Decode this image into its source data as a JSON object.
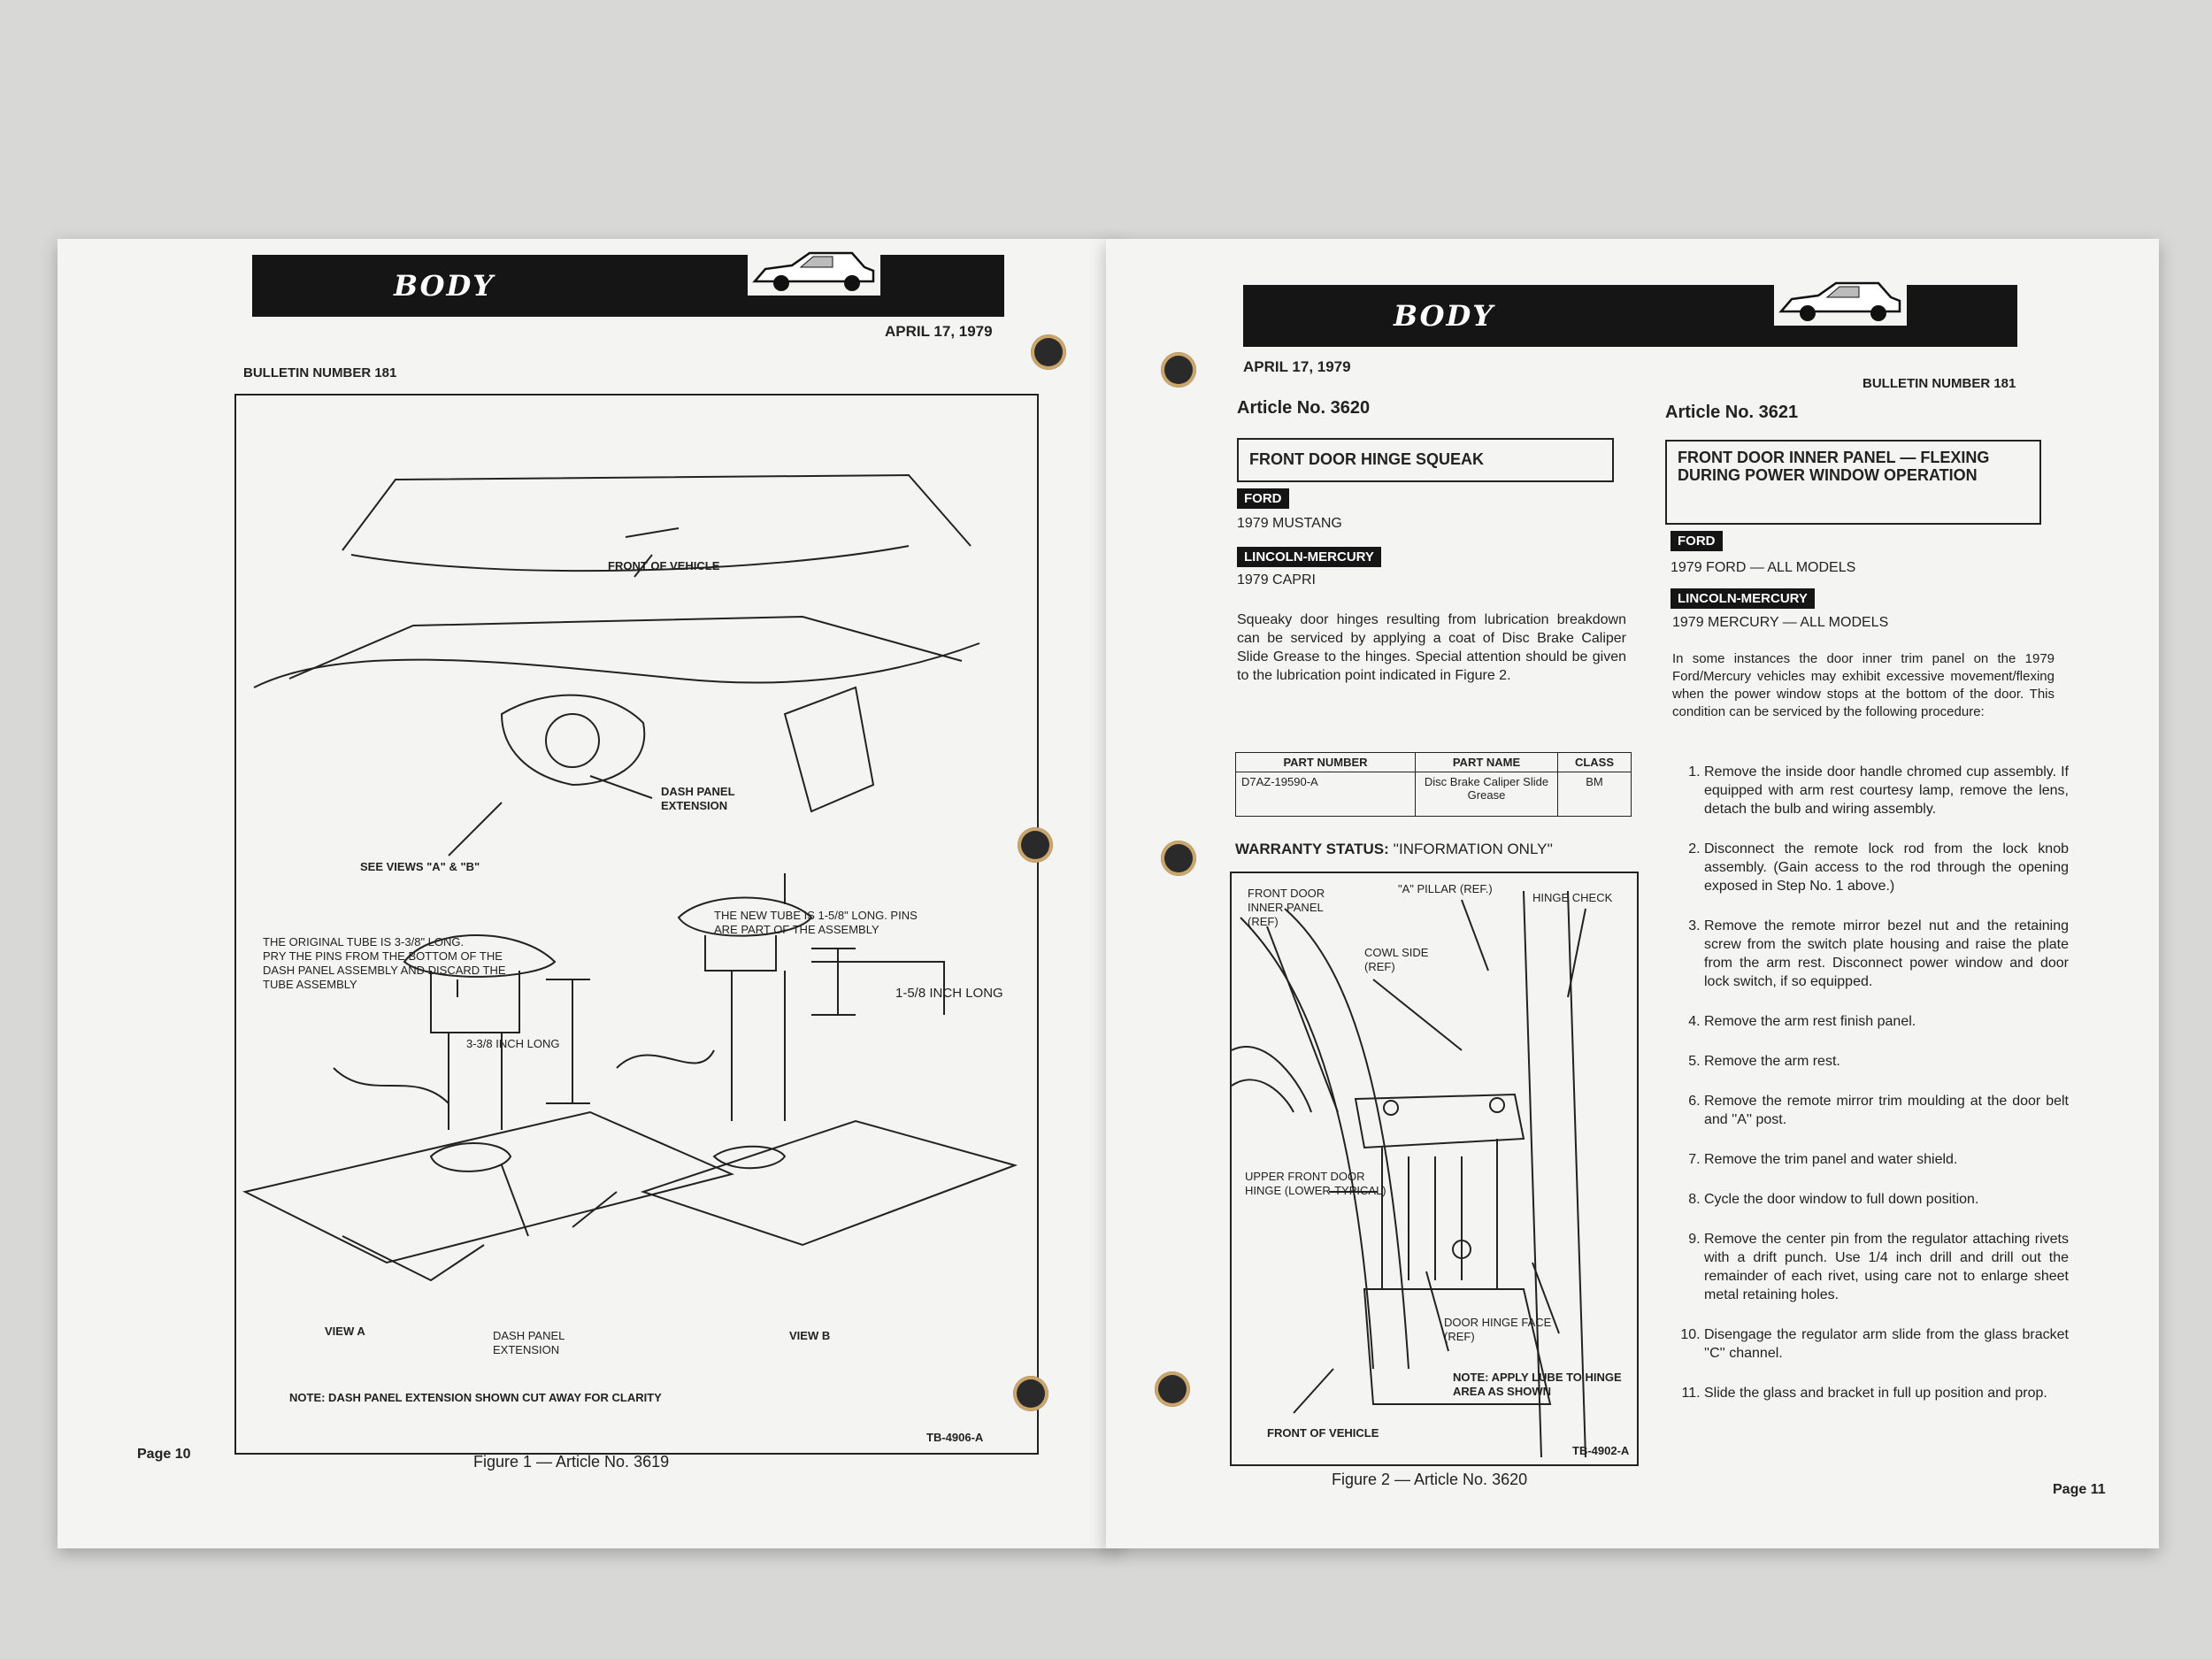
{
  "left_page": {
    "banner_title": "BODY",
    "date": "APRIL 17, 1979",
    "bulletin": "BULLETIN NUMBER 181",
    "figure": {
      "labels": {
        "front_of_vehicle": "FRONT OF VEHICLE",
        "dash_panel_extension": "DASH PANEL\nEXTENSION",
        "see_views": "SEE VIEWS \"A\" & \"B\"",
        "original_tube": "THE ORIGINAL TUBE IS 3-3/8\" LONG.\nPRY THE PINS FROM THE BOTTOM OF THE\nDASH PANEL ASSEMBLY AND DISCARD THE\nTUBE ASSEMBLY",
        "new_tube": "THE NEW TUBE IS 1-5/8\" LONG. PINS\nARE PART OF THE ASSEMBLY",
        "length_a": "3-3/8 INCH LONG",
        "length_b": "1-5/8 INCH LONG",
        "view_a": "VIEW A",
        "dash_panel_extension_2": "DASH PANEL\nEXTENSION",
        "view_b": "VIEW B",
        "note": "NOTE: DASH PANEL EXTENSION SHOWN CUT AWAY FOR CLARITY",
        "code": "TB-4906-A"
      },
      "caption": "Figure 1 — Article No. 3619"
    },
    "page_number": "Page 10"
  },
  "right_page": {
    "banner_title": "BODY",
    "date": "APRIL 17, 1979",
    "bulletin": "BULLETIN NUMBER 181",
    "article_3620": {
      "number": "Article No. 3620",
      "title": "FRONT DOOR HINGE SQUEAK",
      "ford_tag": "FORD",
      "ford_models": "1979 MUSTANG",
      "lm_tag": "LINCOLN-MERCURY",
      "lm_models": "1979 CAPRI",
      "body": "Squeaky door hinges resulting from lubrication breakdown can be serviced by applying a coat of Disc Brake Caliper Slide Grease to the hinges. Special attention should be given to the lubrication point indicated in Figure 2.",
      "table": {
        "headers": [
          "PART NUMBER",
          "PART NAME",
          "CLASS"
        ],
        "rows": [
          [
            "D7AZ-19590-A",
            "Disc Brake Caliper Slide Grease",
            "BM"
          ]
        ]
      },
      "warranty_label": "WARRANTY STATUS:",
      "warranty_value": "''INFORMATION ONLY''",
      "figure": {
        "labels": {
          "inner_panel": "FRONT DOOR\nINNER PANEL\n(REF)",
          "a_pillar": "\"A\" PILLAR (REF.)",
          "hinge_check": "HINGE CHECK",
          "cowl_side": "COWL SIDE\n(REF)",
          "upper_hinge": "UPPER FRONT DOOR\nHINGE (LOWER-TYPICAL)",
          "door_hinge_face": "DOOR HINGE FACE\n(REF)",
          "note": "NOTE: APPLY LUBE TO HINGE\nAREA AS SHOWN",
          "front_of_vehicle": "FRONT OF VEHICLE",
          "code": "TB-4902-A"
        },
        "caption": "Figure 2 — Article No. 3620"
      }
    },
    "article_3621": {
      "number": "Article No. 3621",
      "title": "FRONT DOOR INNER PANEL — FLEXING DURING POWER WINDOW OPERATION",
      "ford_tag": "FORD",
      "ford_models": "1979 FORD — ALL MODELS",
      "lm_tag": "LINCOLN-MERCURY",
      "lm_models": "1979 MERCURY — ALL MODELS",
      "intro": "In some instances the door inner trim panel on the 1979 Ford/Mercury vehicles may exhibit excessive movement/flexing when the power window stops at the bottom of the door. This condition can be serviced by the following procedure:",
      "steps": [
        "Remove the inside door handle chromed cup assembly. If equipped with arm rest courtesy lamp, remove the lens, detach the bulb and wiring assembly.",
        "Disconnect the remote lock rod from the lock knob assembly. (Gain access to the rod through the opening exposed in Step No. 1 above.)",
        "Remove the remote mirror bezel nut and the retaining screw from the switch plate housing and raise the plate from the arm rest. Disconnect power window and door lock switch, if so equipped.",
        "Remove the arm rest finish panel.",
        "Remove the arm rest.",
        "Remove the remote mirror trim moulding at the door belt and ''A'' post.",
        "Remove the trim panel and water shield.",
        "Cycle the door window to full down position.",
        "Remove the center pin from the regulator attaching rivets with a drift punch. Use 1/4 inch drill and drill out the remainder of each rivet, using care not to enlarge sheet metal retaining holes.",
        "Disengage the regulator arm slide from the glass bracket ''C'' channel.",
        "Slide the glass and bracket in full up position and prop."
      ]
    },
    "page_number": "Page 11"
  }
}
